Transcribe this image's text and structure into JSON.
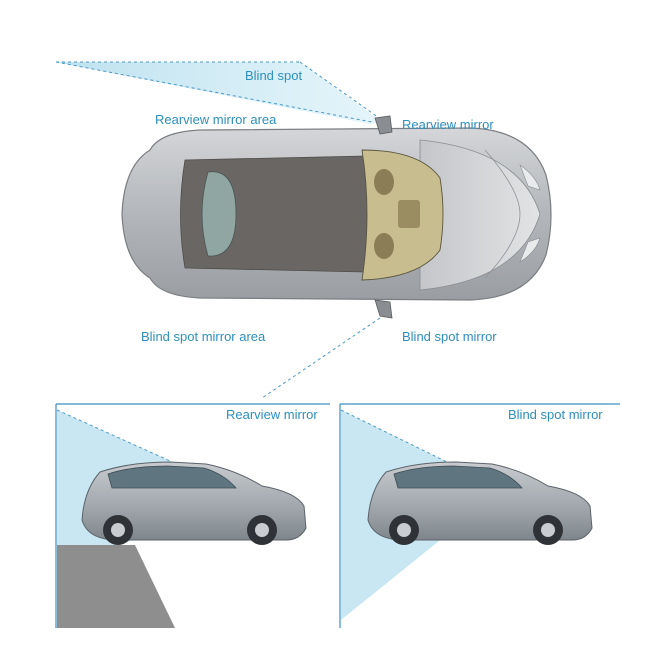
{
  "labels": {
    "blind_spot": "Blind spot",
    "rearview_mirror_area": "Rearview mirror area",
    "rearview_mirror": "Rearview mirror",
    "blind_spot_mirror_area": "Blind spot mirror area",
    "blind_spot_mirror": "Blind spot mirror",
    "panel_left_title": "Rearview mirror",
    "panel_right_title": "Blind spot mirror"
  },
  "colors": {
    "label_text": "#2e8fc0",
    "zone_fill": "#bfe3f0",
    "panel_border": "#3a8fbf",
    "car_body": "#b9bcc0",
    "car_roof": "#6a6663",
    "ground_shadow": "#8e8e8e"
  },
  "icons": [
    "car-top-view",
    "car-side-view"
  ]
}
